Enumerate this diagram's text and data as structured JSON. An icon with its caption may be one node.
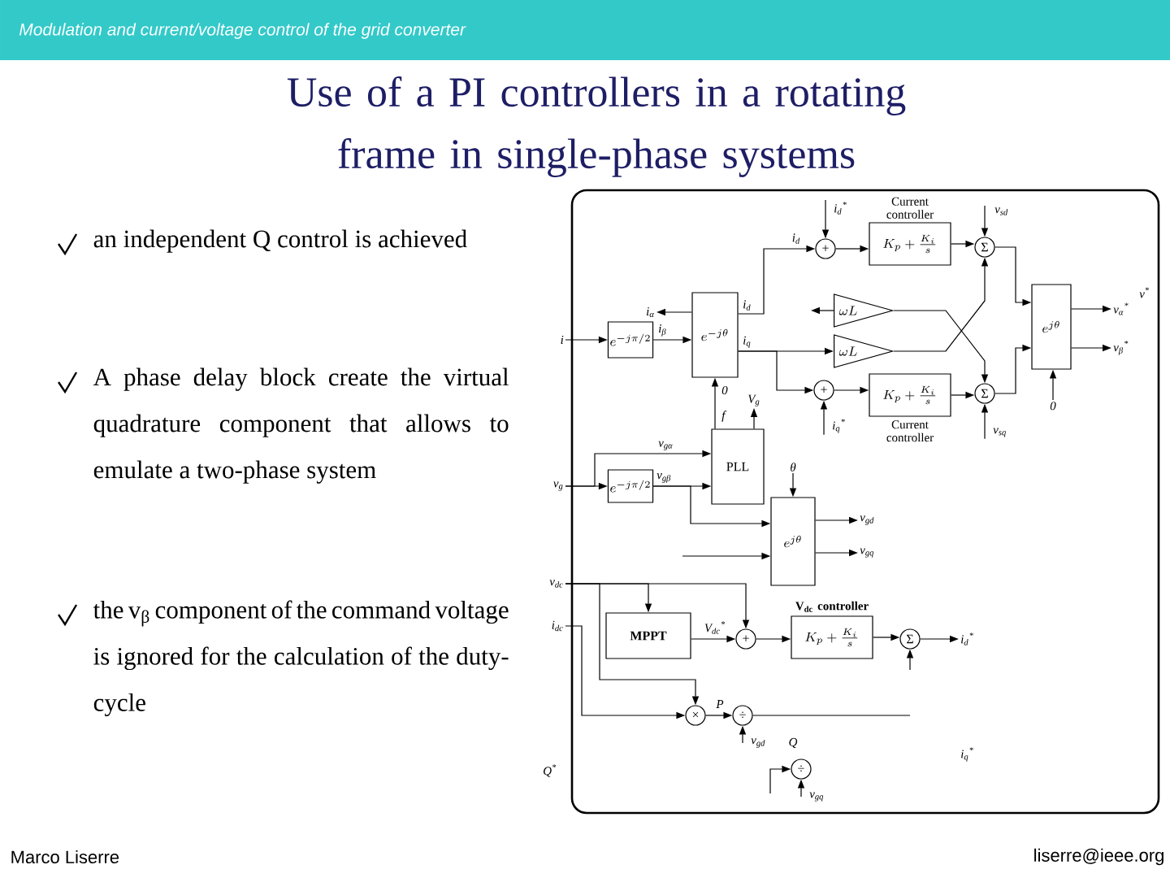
{
  "diagram": {
    "title": "Use of a PI controllers in a rotating frame in single-phase systems",
    "nodes": [
      {
        "text": [
          "+"
        ]
      },
      {
        "text": [
          "K_p+\\frac{K_i}{s}"
        ],
        "beside": [
          "Current controller"
        ]
      },
      {
        "text": [
          "Σ"
        ]
      },
      {
        "text": [
          "e^{j\\theta}"
        ]
      },
      {
        "text": [
          "e^{-j\\pi/2}"
        ]
      },
      {
        "text": [
          "e^{-j\\theta}"
        ]
      },
      {
        "text": [
          "\\omega L"
        ]
      },
      {
        "text": [
          "\\omega L"
        ]
      },
      {
        "text": [
          "+"
        ]
      },
      {
        "text": [
          "K_p+\\frac{K_i}{s}"
        ],
        "beside": [
          "Current controller"
        ]
      },
      {
        "text": [
          "Σ"
        ]
      },
      {
        "text": [
          "PLL"
        ]
      },
      {
        "text": [
          "e^{-j\\pi/2}"
        ]
      },
      {
        "text": [
          "e^{j\\theta}"
        ]
      },
      {
        "text": [
          "MPPT"
        ]
      },
      {
        "text": [
          "+"
        ]
      },
      {
        "text": [
          "K_p+\\frac{K_i}{s}"
        ],
        "beside": [
          "V$_{dc}$ controller"
        ]
      },
      {
        "text": [
          "Σ"
        ]
      },
      {
        "text": [
          "×"
        ]
      },
      {
        "text": [
          "÷"
        ]
      },
      {
        "text": [
          "÷"
        ]
      },
      {
        "text": [
          "i"
        ]
      },
      {
        "text": [
          "v$_{g}$"
        ]
      },
      {
        "text": [
          "i$_{d}$$^{*}$"
        ]
      },
      {
        "text": [
          "v$_{sd}$"
        ]
      },
      {
        "text": [
          "i$_{q}$$^{*}$"
        ]
      },
      {
        "text": [
          "v$_{sq}$"
        ]
      },
      {
        "text": [
          "v$_{α}$$^{*}$"
        ]
      },
      {
        "text": [
          "v$_{β}$$^{*}$"
        ]
      },
      {
        "text": [
          "0"
        ]
      },
      {
        "text": [
          "i$_{α}$"
        ]
      },
      {
        "text": [
          "θ"
        ]
      },
      {
        "text": [
          "v$_{gd}$"
        ]
      },
      {
        "text": [
          "v$_{gq}$"
        ]
      },
      {
        "text": [
          "V$_{g}$"
        ]
      },
      {
        "text": [
          "v$_{dc}$"
        ]
      },
      {
        "text": [
          "i$_{dc}$"
        ]
      },
      {
        "text": [
          "i$_{d}$$^{*}$"
        ]
      },
      {
        "text": [
          "v$_{gd}$"
        ]
      },
      {
        "text": [
          "v$_{gq}$"
        ]
      }
    ],
    "edges": [
      {
        "from": 4,
        "to": 5,
        "arrow": "to"
      },
      {
        "from": 5,
        "to": 0,
        "arrow": "to"
      },
      {
        "from": 0,
        "to": 1,
        "arrow": "to"
      },
      {
        "from": 1,
        "to": 2,
        "arrow": "to"
      },
      {
        "from": 2,
        "to": 3,
        "arrow": "to"
      },
      {
        "from": 5,
        "to": 7,
        "arrow": "to"
      },
      {
        "from": 5,
        "to": 8,
        "arrow": "to"
      },
      {
        "from": 6,
        "to": 10,
        "arrow": "to"
      },
      {
        "from": 7,
        "to": 2,
        "arrow": "to"
      },
      {
        "from": 8,
        "to": 9,
        "arrow": "to"
      },
      {
        "from": 9,
        "to": 10,
        "arrow": "to"
      },
      {
        "from": 10,
        "to": 3,
        "arrow": "to"
      },
      {
        "from": 12,
        "to": 11,
        "arrow": "to"
      },
      {
        "from": 11,
        "to": 5,
        "arrow": "to"
      },
      {
        "from": 14,
        "to": 15,
        "arrow": "to"
      },
      {
        "from": 15,
        "to": 16,
        "arrow": "to"
      },
      {
        "from": 16,
        "to": 17,
        "arrow": "to"
      },
      {
        "from": 18,
        "to": 19,
        "arrow": "to",
        "label": "P"
      },
      {
        "from": 21,
        "to": 4,
        "arrow": "to"
      },
      {
        "from": 22,
        "to": 12,
        "arrow": "to"
      },
      {
        "from": 22,
        "to": 11,
        "arrow": "to"
      },
      {
        "from": 12,
        "to": 13,
        "arrow": "to"
      },
      {
        "from": null,
        "to": 13,
        "arrow": "to"
      },
      {
        "from": 23,
        "to": 0,
        "arrow": "to"
      },
      {
        "from": 24,
        "to": 2,
        "arrow": "to"
      },
      {
        "from": 25,
        "to": 8,
        "arrow": "to"
      },
      {
        "from": 26,
        "to": 10,
        "arrow": "to"
      },
      {
        "from": 3,
        "to": 27,
        "arrow": "to"
      },
      {
        "from": 3,
        "to": 28,
        "arrow": "to"
      },
      {
        "from": 29,
        "to": 3,
        "arrow": "to"
      },
      {
        "from": 5,
        "to": 30,
        "arrow": "to"
      },
      {
        "from": 31,
        "to": 13,
        "arrow": "to"
      },
      {
        "from": 13,
        "to": 32,
        "arrow": "to"
      },
      {
        "from": 13,
        "to": 33,
        "arrow": "to"
      },
      {
        "from": 11,
        "to": 34,
        "arrow": "to"
      },
      {
        "from": 35,
        "to": 14,
        "arrow": "to"
      },
      {
        "from": 35,
        "to": 15,
        "arrow": "to"
      },
      {
        "from": 35,
        "to": 18,
        "arrow": "to"
      },
      {
        "from": 36,
        "to": 18,
        "arrow": "to"
      },
      {
        "from": 17,
        "to": 37,
        "arrow": "to"
      },
      {
        "from": null,
        "to": 17,
        "arrow": "to"
      },
      {
        "from": 38,
        "to": 19,
        "arrow": "to"
      },
      {
        "from": 19,
        "to": null,
        "arrow": "none"
      },
      {
        "from": 39,
        "to": 20,
        "arrow": "to"
      },
      {
        "from": null,
        "to": 20,
        "arrow": "to"
      },
      {
        "from": 6,
        "to": null,
        "arrow": "to"
      }
    ],
    "labels": [
      "Modulation and current/voltage control of the grid converter",
      "an independent Q control is achieved",
      "A phase delay block create the virtual quadrature component that allows to emulate a two-phase system",
      "the v$_{β}$ component of the command voltage is ignored for the calculation of the duty-cycle",
      "Marco Liserre",
      "liserre@ieee.org",
      "i$_{d}$",
      "i$_{d}$",
      "v$^{*}$",
      "i$_{β}$",
      "i$_{q}$",
      "0",
      "f",
      "v$_{gα}$",
      "v$_{gβ}$",
      "V$_{dc}$$^{*}$",
      "Q$^{*}$",
      "i$_{q}$$^{*}$",
      "Q"
    ]
  }
}
